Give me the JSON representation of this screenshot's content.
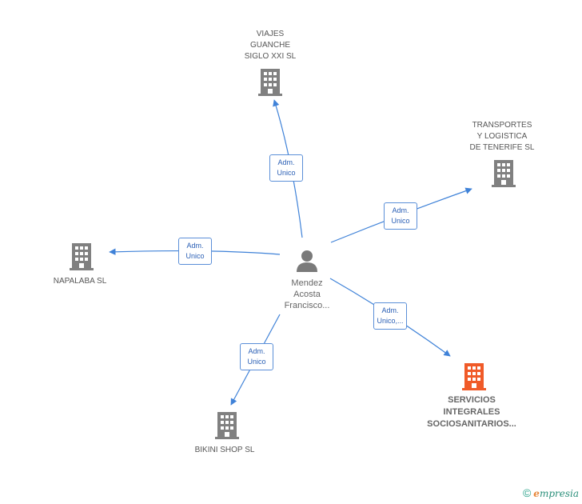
{
  "colors": {
    "edge": "#3f82d8",
    "building": "#808080",
    "building_highlight": "#f05a28",
    "person": "#7a7a7a"
  },
  "center": {
    "icon": "person-icon",
    "lines": [
      "Mendez",
      "Acosta",
      "Francisco..."
    ]
  },
  "nodes": [
    {
      "id": "viajes",
      "icon": "building-icon",
      "lines": [
        "VIAJES",
        "GUANCHE",
        "SIGLO XXI SL"
      ]
    },
    {
      "id": "transportes",
      "icon": "building-icon",
      "lines": [
        "TRANSPORTES",
        "Y LOGISTICA",
        "DE TENERIFE SL"
      ]
    },
    {
      "id": "napalaba",
      "icon": "building-icon",
      "lines": [
        "NAPALABA SL"
      ]
    },
    {
      "id": "servicios",
      "icon": "building-icon",
      "highlight": true,
      "lines": [
        "SERVICIOS",
        "INTEGRALES",
        "SOCIOSANITARIOS..."
      ]
    },
    {
      "id": "bikini",
      "icon": "building-icon",
      "lines": [
        "BIKINI SHOP SL"
      ]
    }
  ],
  "edges": [
    {
      "to": "viajes",
      "label": [
        "Adm.",
        "Unico"
      ]
    },
    {
      "to": "transportes",
      "label": [
        "Adm.",
        "Unico"
      ]
    },
    {
      "to": "napalaba",
      "label": [
        "Adm.",
        "Unico"
      ]
    },
    {
      "to": "servicios",
      "label": [
        "Adm.",
        "Unico,..."
      ]
    },
    {
      "to": "bikini",
      "label": [
        "Adm.",
        "Unico"
      ]
    }
  ],
  "footer": {
    "copyright": "©",
    "brand_first": "e",
    "brand_rest": "mpresia"
  }
}
